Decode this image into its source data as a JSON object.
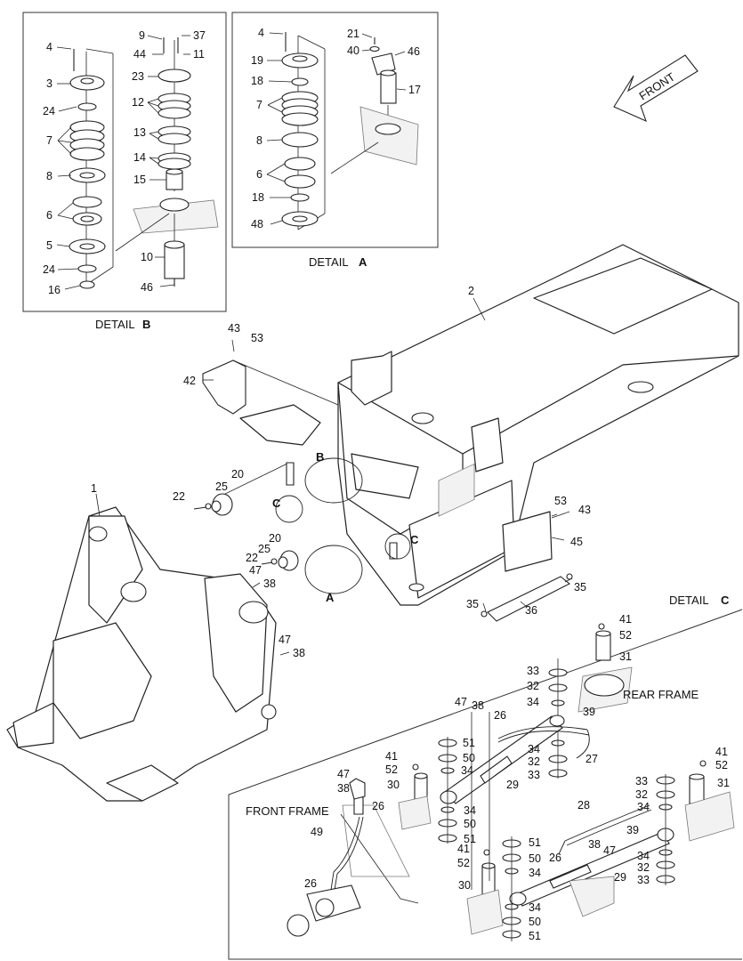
{
  "details": {
    "b": {
      "prefix": "DETAIL",
      "letter": "B"
    },
    "a": {
      "prefix": "DETAIL",
      "letter": "A"
    },
    "c": {
      "prefix": "DETAIL",
      "letter": "C"
    }
  },
  "front_arrow": "FRONT",
  "captions": {
    "rear_frame": "REAR FRAME",
    "front_frame": "FRONT FRAME"
  },
  "callouts": {
    "b": {
      "letter": "B"
    },
    "a": {
      "letter": "A"
    },
    "c1": {
      "letter": "C"
    },
    "c2": {
      "letter": "C"
    }
  },
  "labels": [
    {
      "id": "b4",
      "text": "4"
    },
    {
      "id": "b3",
      "text": "3"
    },
    {
      "id": "b24a",
      "text": "24"
    },
    {
      "id": "b7",
      "text": "7"
    },
    {
      "id": "b8",
      "text": "8"
    },
    {
      "id": "b6",
      "text": "6"
    },
    {
      "id": "b5",
      "text": "5"
    },
    {
      "id": "b24b",
      "text": "24"
    },
    {
      "id": "b16",
      "text": "16"
    },
    {
      "id": "b9",
      "text": "9"
    },
    {
      "id": "b37",
      "text": "37"
    },
    {
      "id": "b44",
      "text": "44"
    },
    {
      "id": "b11",
      "text": "11"
    },
    {
      "id": "b23",
      "text": "23"
    },
    {
      "id": "b12",
      "text": "12"
    },
    {
      "id": "b13",
      "text": "13"
    },
    {
      "id": "b14",
      "text": "14"
    },
    {
      "id": "b15",
      "text": "15"
    },
    {
      "id": "b10",
      "text": "10"
    },
    {
      "id": "b46",
      "text": "46"
    },
    {
      "id": "a4",
      "text": "4"
    },
    {
      "id": "a19",
      "text": "19"
    },
    {
      "id": "a18a",
      "text": "18"
    },
    {
      "id": "a7",
      "text": "7"
    },
    {
      "id": "a8",
      "text": "8"
    },
    {
      "id": "a6",
      "text": "6"
    },
    {
      "id": "a18b",
      "text": "18"
    },
    {
      "id": "a48",
      "text": "48"
    },
    {
      "id": "a21",
      "text": "21"
    },
    {
      "id": "a40",
      "text": "40"
    },
    {
      "id": "a46",
      "text": "46"
    },
    {
      "id": "a17",
      "text": "17"
    },
    {
      "id": "m2",
      "text": "2"
    },
    {
      "id": "m43a",
      "text": "43"
    },
    {
      "id": "m53a",
      "text": "53"
    },
    {
      "id": "m42",
      "text": "42"
    },
    {
      "id": "m20a",
      "text": "20"
    },
    {
      "id": "m25a",
      "text": "25"
    },
    {
      "id": "m22a",
      "text": "22"
    },
    {
      "id": "m1",
      "text": "1"
    },
    {
      "id": "m20b",
      "text": "20"
    },
    {
      "id": "m25b",
      "text": "25"
    },
    {
      "id": "m22b",
      "text": "22"
    },
    {
      "id": "m47a",
      "text": "47"
    },
    {
      "id": "m38a",
      "text": "38"
    },
    {
      "id": "m47b",
      "text": "47"
    },
    {
      "id": "m38b",
      "text": "38"
    },
    {
      "id": "m53b",
      "text": "53"
    },
    {
      "id": "m43b",
      "text": "43"
    },
    {
      "id": "m45",
      "text": "45"
    },
    {
      "id": "m35a",
      "text": "35"
    },
    {
      "id": "m35b",
      "text": "35"
    },
    {
      "id": "m36",
      "text": "36"
    },
    {
      "id": "c41a",
      "text": "41"
    },
    {
      "id": "c52a",
      "text": "52"
    },
    {
      "id": "c31a",
      "text": "31"
    },
    {
      "id": "c33a",
      "text": "33"
    },
    {
      "id": "c32a",
      "text": "32"
    },
    {
      "id": "c34a",
      "text": "34"
    },
    {
      "id": "c39a",
      "text": "39"
    },
    {
      "id": "c47a",
      "text": "47"
    },
    {
      "id": "c38a",
      "text": "38"
    },
    {
      "id": "c26a",
      "text": "26"
    },
    {
      "id": "c51a",
      "text": "51"
    },
    {
      "id": "c50a",
      "text": "50"
    },
    {
      "id": "c34b",
      "text": "34"
    },
    {
      "id": "c34c",
      "text": "34"
    },
    {
      "id": "c32b",
      "text": "32"
    },
    {
      "id": "c33b",
      "text": "33"
    },
    {
      "id": "c27",
      "text": "27"
    },
    {
      "id": "c41b",
      "text": "41"
    },
    {
      "id": "c52b",
      "text": "52"
    },
    {
      "id": "c30a",
      "text": "30"
    },
    {
      "id": "c29a",
      "text": "29"
    },
    {
      "id": "c47b",
      "text": "47"
    },
    {
      "id": "c38b",
      "text": "38"
    },
    {
      "id": "c26b",
      "text": "26"
    },
    {
      "id": "c34d",
      "text": "34"
    },
    {
      "id": "c50b",
      "text": "50"
    },
    {
      "id": "c51b",
      "text": "51"
    },
    {
      "id": "c28",
      "text": "28"
    },
    {
      "id": "c33c",
      "text": "33"
    },
    {
      "id": "c32c",
      "text": "32"
    },
    {
      "id": "c34e",
      "text": "34"
    },
    {
      "id": "c39b",
      "text": "39"
    },
    {
      "id": "c41c",
      "text": "41"
    },
    {
      "id": "c52c",
      "text": "52"
    },
    {
      "id": "c31b",
      "text": "31"
    },
    {
      "id": "c49",
      "text": "49"
    },
    {
      "id": "c26c",
      "text": "26"
    },
    {
      "id": "c41d",
      "text": "41"
    },
    {
      "id": "c52d",
      "text": "52"
    },
    {
      "id": "c51c",
      "text": "51"
    },
    {
      "id": "c50c",
      "text": "50"
    },
    {
      "id": "c34f",
      "text": "34"
    },
    {
      "id": "c26d",
      "text": "26"
    },
    {
      "id": "c38c",
      "text": "38"
    },
    {
      "id": "c47c",
      "text": "47"
    },
    {
      "id": "c34g",
      "text": "34"
    },
    {
      "id": "c32d",
      "text": "32"
    },
    {
      "id": "c33d",
      "text": "33"
    },
    {
      "id": "c29b",
      "text": "29"
    },
    {
      "id": "c30b",
      "text": "30"
    },
    {
      "id": "c34h",
      "text": "34"
    },
    {
      "id": "c50d",
      "text": "50"
    },
    {
      "id": "c51d",
      "text": "51"
    }
  ]
}
